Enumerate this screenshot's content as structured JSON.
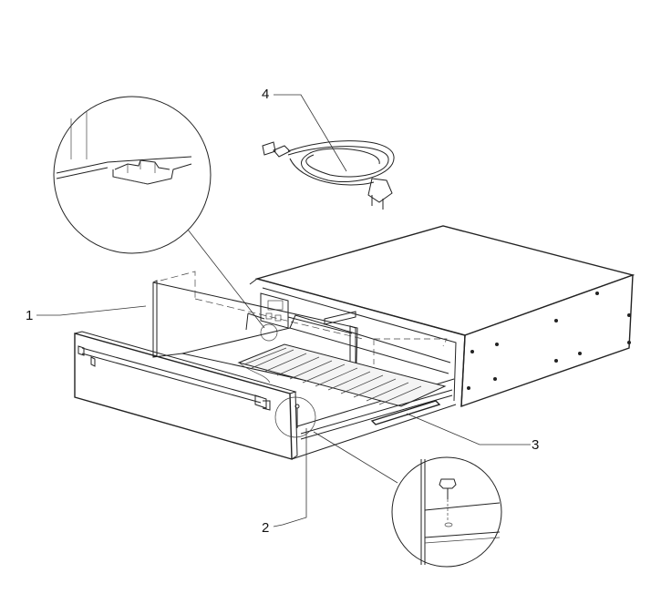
{
  "callouts": [
    {
      "number": "1",
      "part": "front-panel"
    },
    {
      "number": "2",
      "part": "fixing-screw"
    },
    {
      "number": "3",
      "part": "telescopic-rail"
    },
    {
      "number": "4",
      "part": "power-cable"
    }
  ],
  "colors": {
    "line": "#222222",
    "background": "#ffffff",
    "panel": "#f4f4f4"
  }
}
